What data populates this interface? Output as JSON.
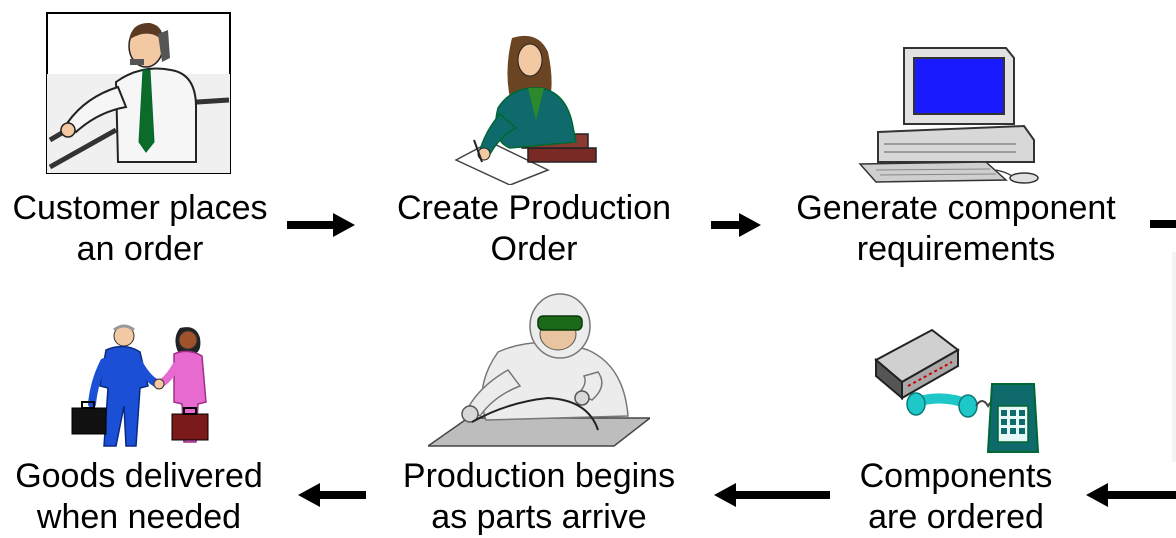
{
  "steps": [
    {
      "line1": "Customer places",
      "line2": "an order",
      "icon": "customer-on-phone"
    },
    {
      "line1": "Create Production",
      "line2": "Order",
      "icon": "woman-writing"
    },
    {
      "line1": "Generate component",
      "line2": "requirements",
      "icon": "desktop-computer"
    },
    {
      "line1": "Components",
      "line2": "are ordered",
      "icon": "fax-and-telephone"
    },
    {
      "line1": "Production begins",
      "line2": "as parts arrive",
      "icon": "cleanroom-worker"
    },
    {
      "line1": "Goods delivered",
      "line2": "when needed",
      "icon": "businesspeople-handshake"
    }
  ],
  "colors": {
    "text": "#000000",
    "arrow": "#000000",
    "screen": "#1a1aff",
    "teal": "#1ec8c8",
    "suit_blue": "#1a4fd6",
    "pink": "#e66ad0",
    "jacket_teal": "#0f6b6b",
    "tie_green": "#0d6b2a"
  }
}
